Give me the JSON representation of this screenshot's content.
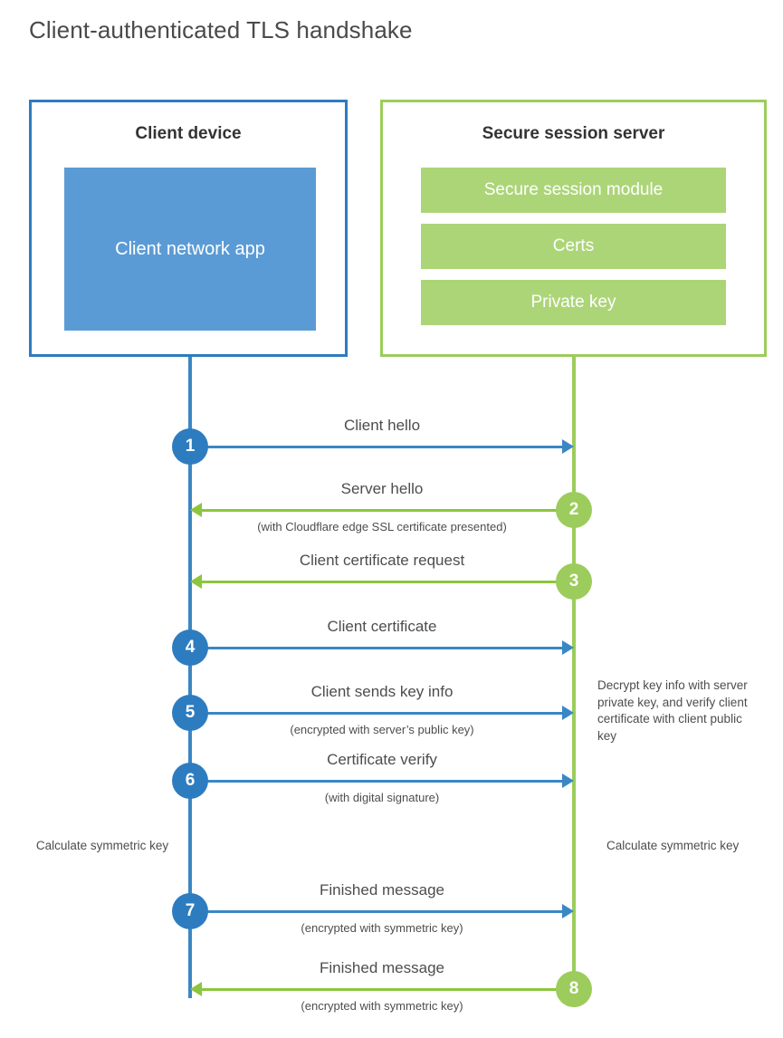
{
  "title": "Client-authenticated TLS handshake",
  "colors": {
    "client_border": "#2d7cc0",
    "client_fill": "#5b9bd5",
    "server_border": "#9ccc5c",
    "server_fill": "#acd578",
    "blue_line": "#3b87c4",
    "green_line": "#8cc63e",
    "text": "#4d4d4d"
  },
  "panels": {
    "client": {
      "title": "Client device",
      "app_label": "Client network app"
    },
    "server": {
      "title": "Secure session server",
      "bars": [
        {
          "label": "Secure session module"
        },
        {
          "label": "Certs"
        },
        {
          "label": "Private key"
        }
      ]
    }
  },
  "steps": [
    {
      "number": "1",
      "label": "Client hello",
      "sub": "",
      "direction": "right",
      "color": "blue"
    },
    {
      "number": "2",
      "label": "Server hello",
      "sub": "(with Cloudflare edge SSL certificate presented)",
      "direction": "left",
      "color": "green"
    },
    {
      "number": "3",
      "label": "Client certificate request",
      "sub": "",
      "direction": "left",
      "color": "green"
    },
    {
      "number": "4",
      "label": "Client certificate",
      "sub": "",
      "direction": "right",
      "color": "blue"
    },
    {
      "number": "5",
      "label": "Client sends key info",
      "sub": "(encrypted with server’s public key)",
      "direction": "right",
      "color": "blue"
    },
    {
      "number": "6",
      "label": "Certificate verify",
      "sub": "(with digital signature)",
      "direction": "right",
      "color": "blue"
    },
    {
      "number": "7",
      "label": "Finished message",
      "sub": "(encrypted with symmetric key)",
      "direction": "right",
      "color": "blue"
    },
    {
      "number": "8",
      "label": "Finished message",
      "sub": "(encrypted with symmetric key)",
      "direction": "left",
      "color": "green"
    }
  ],
  "annotations": {
    "server_decrypt": "Decrypt key info with server private key, and verify client certificate with client public key",
    "client_calculate": "Calculate symmetric key",
    "server_calculate": "Calculate symmetric key"
  }
}
